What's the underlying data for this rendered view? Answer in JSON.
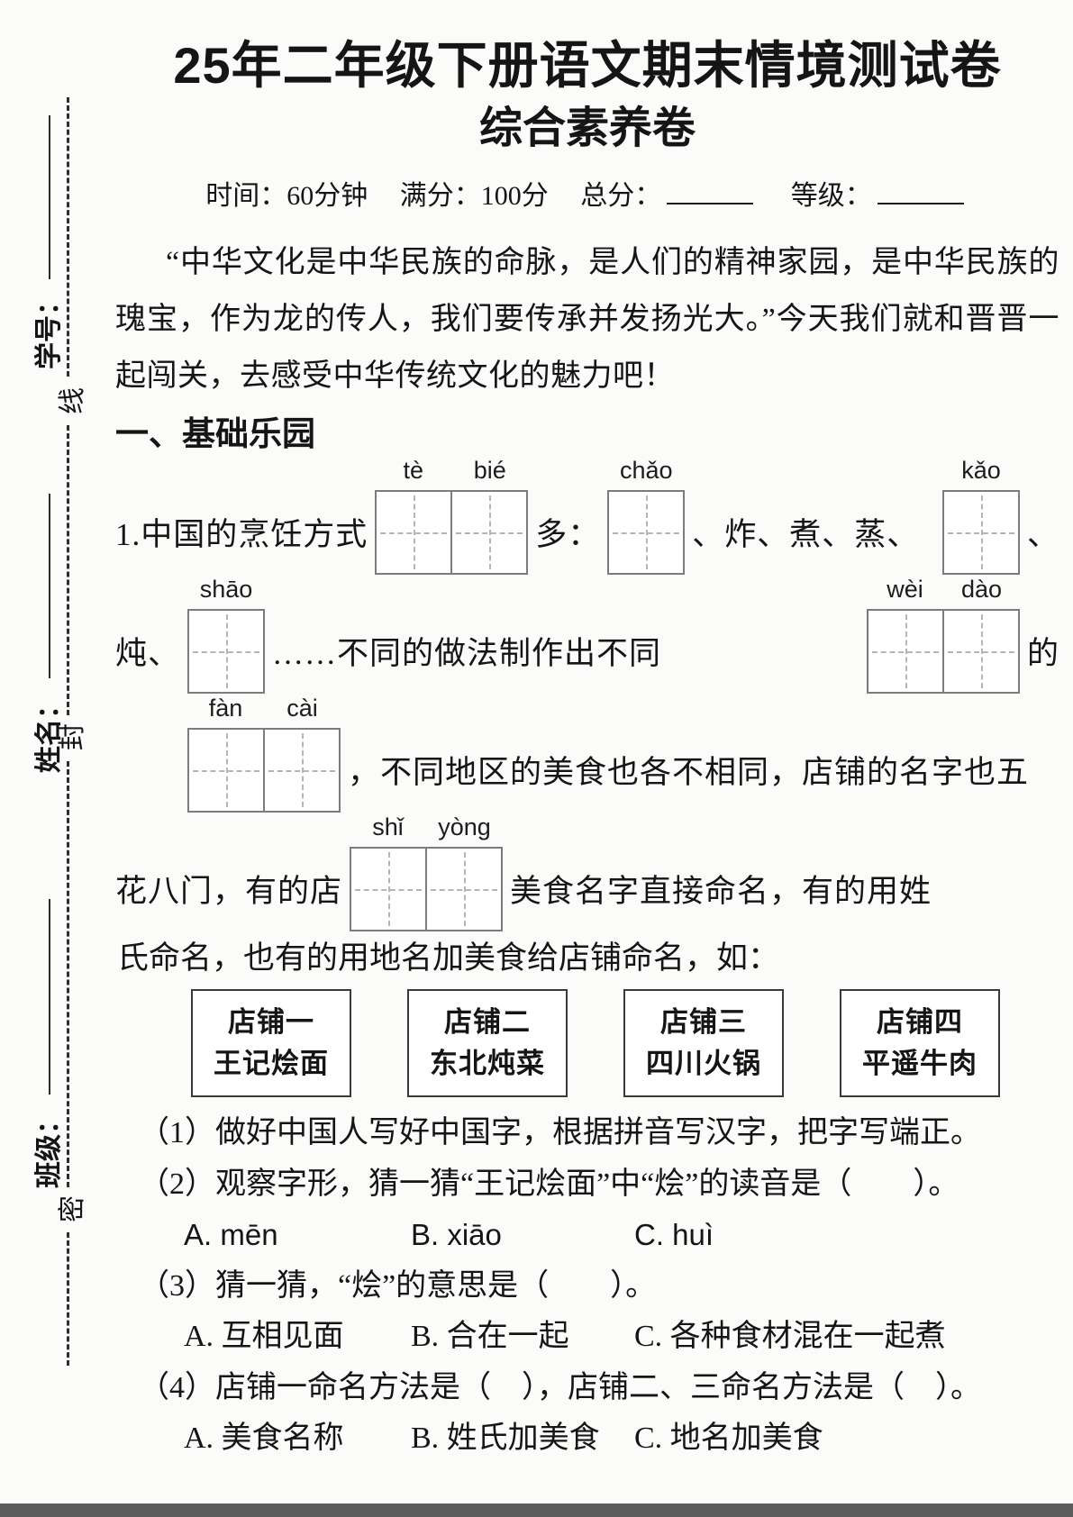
{
  "header": {
    "title": "25年二年级下册语文期末情境测试卷",
    "subtitle": "综合素养卷",
    "meta": {
      "time": "时间：60分钟",
      "full_score": "满分：100分",
      "total_label": "总分：",
      "grade_label": "等级："
    }
  },
  "margin": {
    "student_id_label": "学号：",
    "name_label": "姓名：",
    "class_label": "班级：",
    "seal_line_chars": {
      "top": "线",
      "middle": "封",
      "bottom": "密"
    }
  },
  "intro": "“中华文化是中华民族的命脉，是人们的精神家园，是中华民族的瑰宝，作为龙的传人，我们要传承并发扬光大。”今天我们就和晋晋一起闯关，去感受中华传统文化的魅力吧！",
  "section_one": {
    "heading": "一、基础乐园"
  },
  "q1": {
    "line1": {
      "t1": "1.中国的烹饪方式",
      "box1": [
        "tè",
        "bié"
      ],
      "t2": "多：",
      "box2": [
        "chǎo"
      ],
      "t3": "、炸、煮、蒸、",
      "box3": [
        "kǎo"
      ],
      "t4": "、"
    },
    "line2": {
      "t1": "炖、",
      "box1": [
        "shāo"
      ],
      "t2": "……不同的做法制作出不同",
      "box2": [
        "wèi",
        "dào"
      ],
      "t3": "的"
    },
    "line3": {
      "box1": [
        "fàn",
        "cài"
      ],
      "t1": "，不同地区的美食也各不相同，店铺的名字也五"
    },
    "line4": {
      "t1": "花八门，有的店",
      "box1": [
        "shǐ",
        "yòng"
      ],
      "t2": "美食名字直接命名，有的用姓"
    },
    "line5": {
      "t1": "氏命名，也有的用地名加美食给店铺命名，如："
    },
    "shops": [
      {
        "title": "店铺一",
        "name": "王记烩面"
      },
      {
        "title": "店铺二",
        "name": "东北炖菜"
      },
      {
        "title": "店铺三",
        "name": "四川火锅"
      },
      {
        "title": "店铺四",
        "name": "平遥牛肉"
      }
    ],
    "sub1": {
      "text": "（1）做好中国人写好中国字，根据拼音写汉字，把字写端正。"
    },
    "sub2": {
      "text": "（2）观察字形，猜一猜“王记烩面”中“烩”的读音是（　　）。",
      "options": [
        "A. mēn",
        "B. xiāo",
        "C. huì"
      ]
    },
    "sub3": {
      "text": "（3）猜一猜，“烩”的意思是（　　）。",
      "options": [
        "A. 互相见面",
        "B. 合在一起",
        "C. 各种食材混在一起煮"
      ]
    },
    "sub4": {
      "text": "（4）店铺一命名方法是（　），店铺二、三命名方法是（　）。",
      "options": [
        "A. 美食名称",
        "B. 姓氏加美食",
        "C. 地名加美食"
      ]
    }
  }
}
